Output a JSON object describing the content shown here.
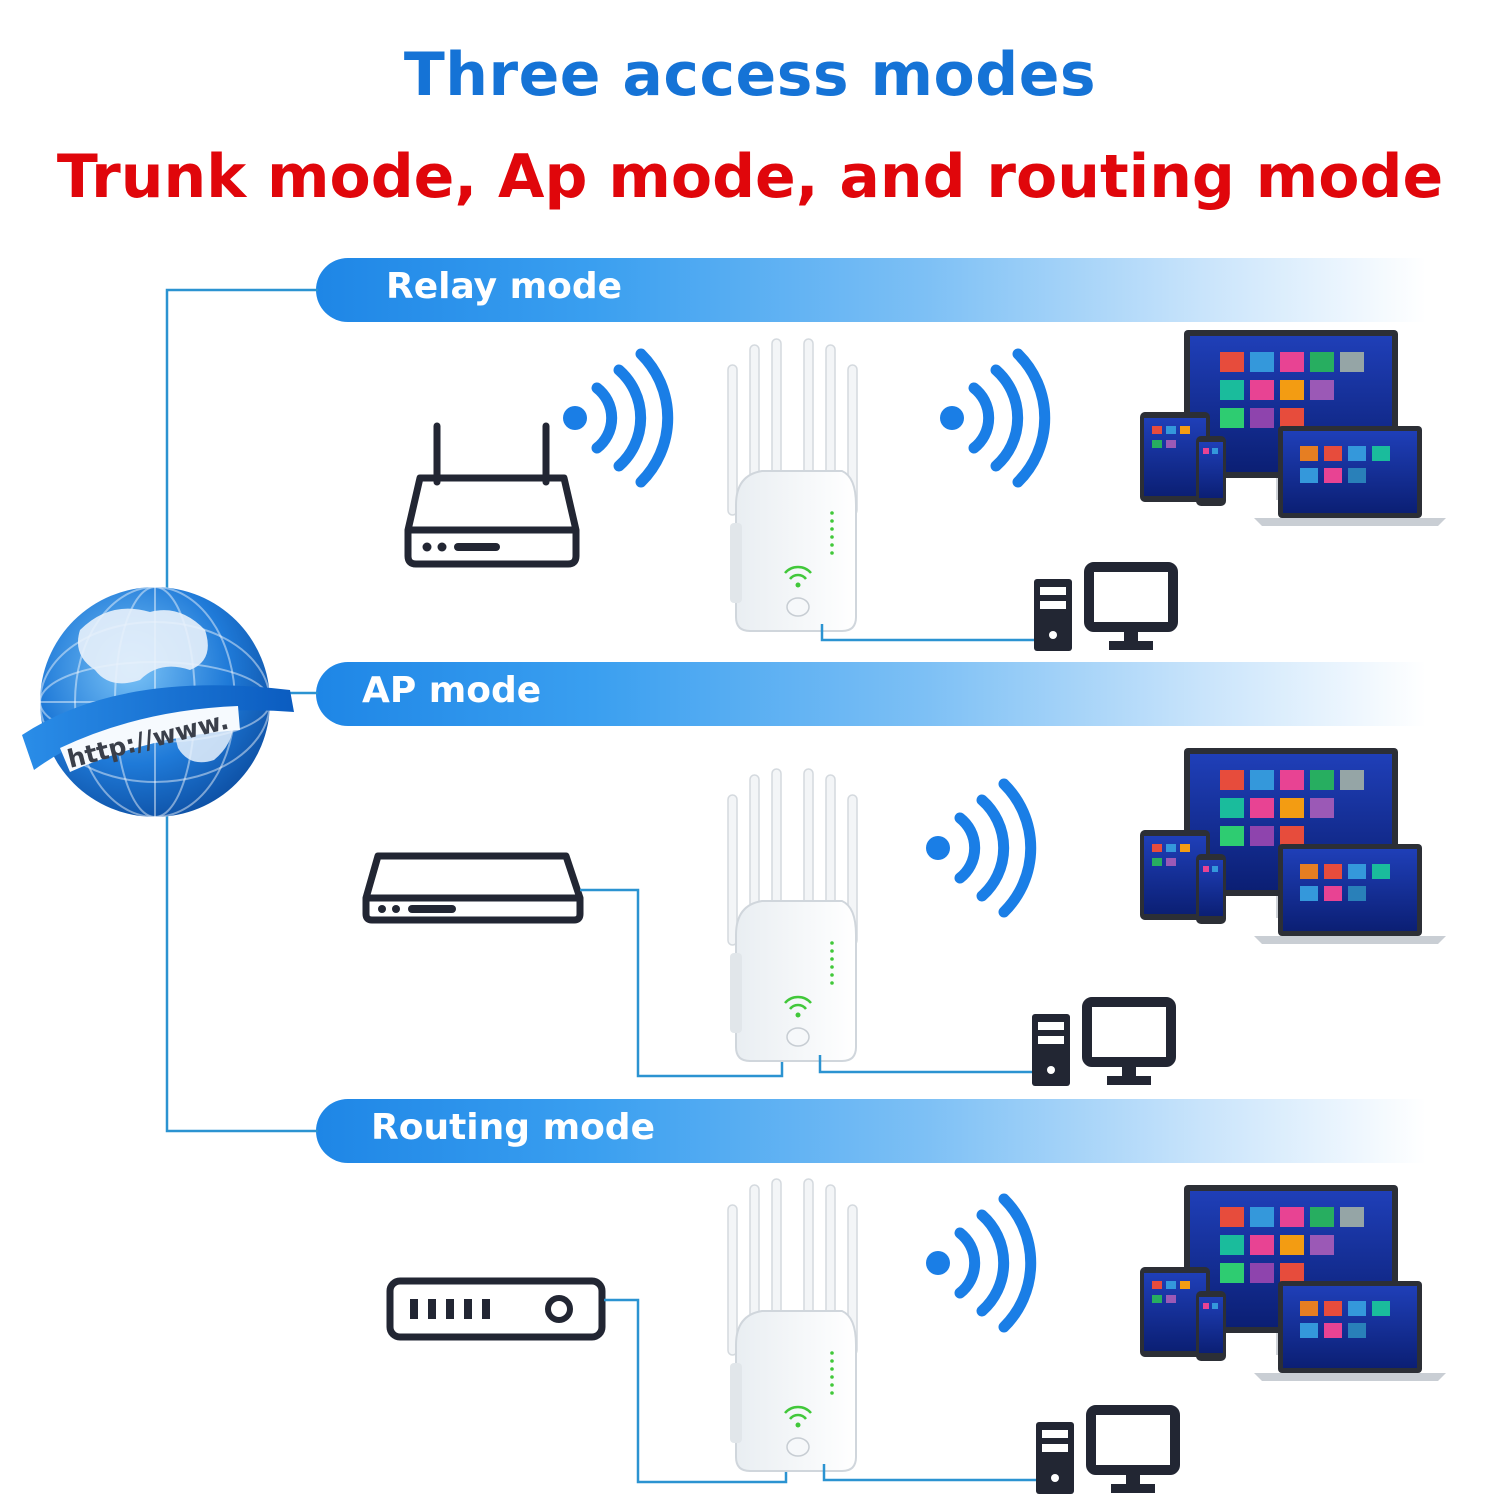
{
  "header": {
    "title": "Three access modes",
    "subtitle": "Trunk mode, Ap mode, and routing mode"
  },
  "globe": {
    "label": "http://www."
  },
  "modes": [
    {
      "label": "Relay mode"
    },
    {
      "label": "AP mode"
    },
    {
      "label": "Routing mode"
    }
  ],
  "colors": {
    "title_blue": "#1573d6",
    "subtitle_red": "#e0060b",
    "banner_blue": "#1e86e6",
    "wifi_blue": "#1a7ee6",
    "line_blue": "#2b93d1",
    "icon_dark": "#222633",
    "led_green": "#41c83a"
  }
}
